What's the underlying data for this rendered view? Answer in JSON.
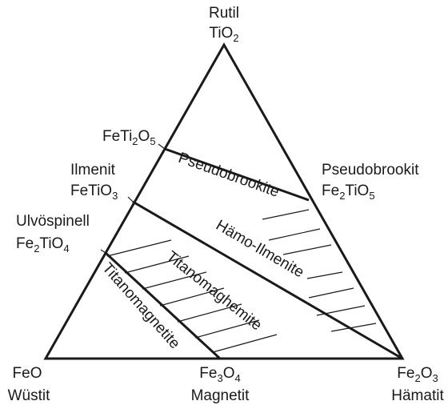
{
  "vertices": {
    "top": {
      "name": "Rutil",
      "formula": [
        "TiO",
        "2",
        ""
      ]
    },
    "left": {
      "formula": [
        "FeO",
        "",
        ""
      ],
      "name": "Wüstit"
    },
    "right": {
      "formula": [
        "Fe",
        "2",
        "O",
        "3",
        ""
      ],
      "name": "Hämatit"
    }
  },
  "points": {
    "fe_ti2_o5": [
      "FeTi",
      "2",
      "O",
      "5",
      ""
    ],
    "ilmenit_name": "Ilmenit",
    "ilmenit_formula": [
      "FeTiO",
      "3",
      ""
    ],
    "ulvospinell_name": "Ulvöspinell",
    "ulvospinell_formula": [
      "Fe",
      "2",
      "TiO",
      "4",
      ""
    ],
    "pseudobrookit_name": "Pseudobrookit",
    "pseudobrookit_formula": [
      "Fe",
      "2",
      "TiO",
      "5",
      ""
    ],
    "magnetit_formula": [
      "Fe",
      "3",
      "O",
      "4",
      ""
    ],
    "magnetit_name": "Magnetit"
  },
  "bands": {
    "pseudobrookite": "Pseudobrookite",
    "hamo_ilmenite": "Hämo-Ilmenite",
    "titanomaghemite": "Titanomaghemite",
    "titanomagnetite": "Titanomagnetite"
  },
  "colors": {
    "ink": "#1a1a1a",
    "background": "#ffffff"
  }
}
